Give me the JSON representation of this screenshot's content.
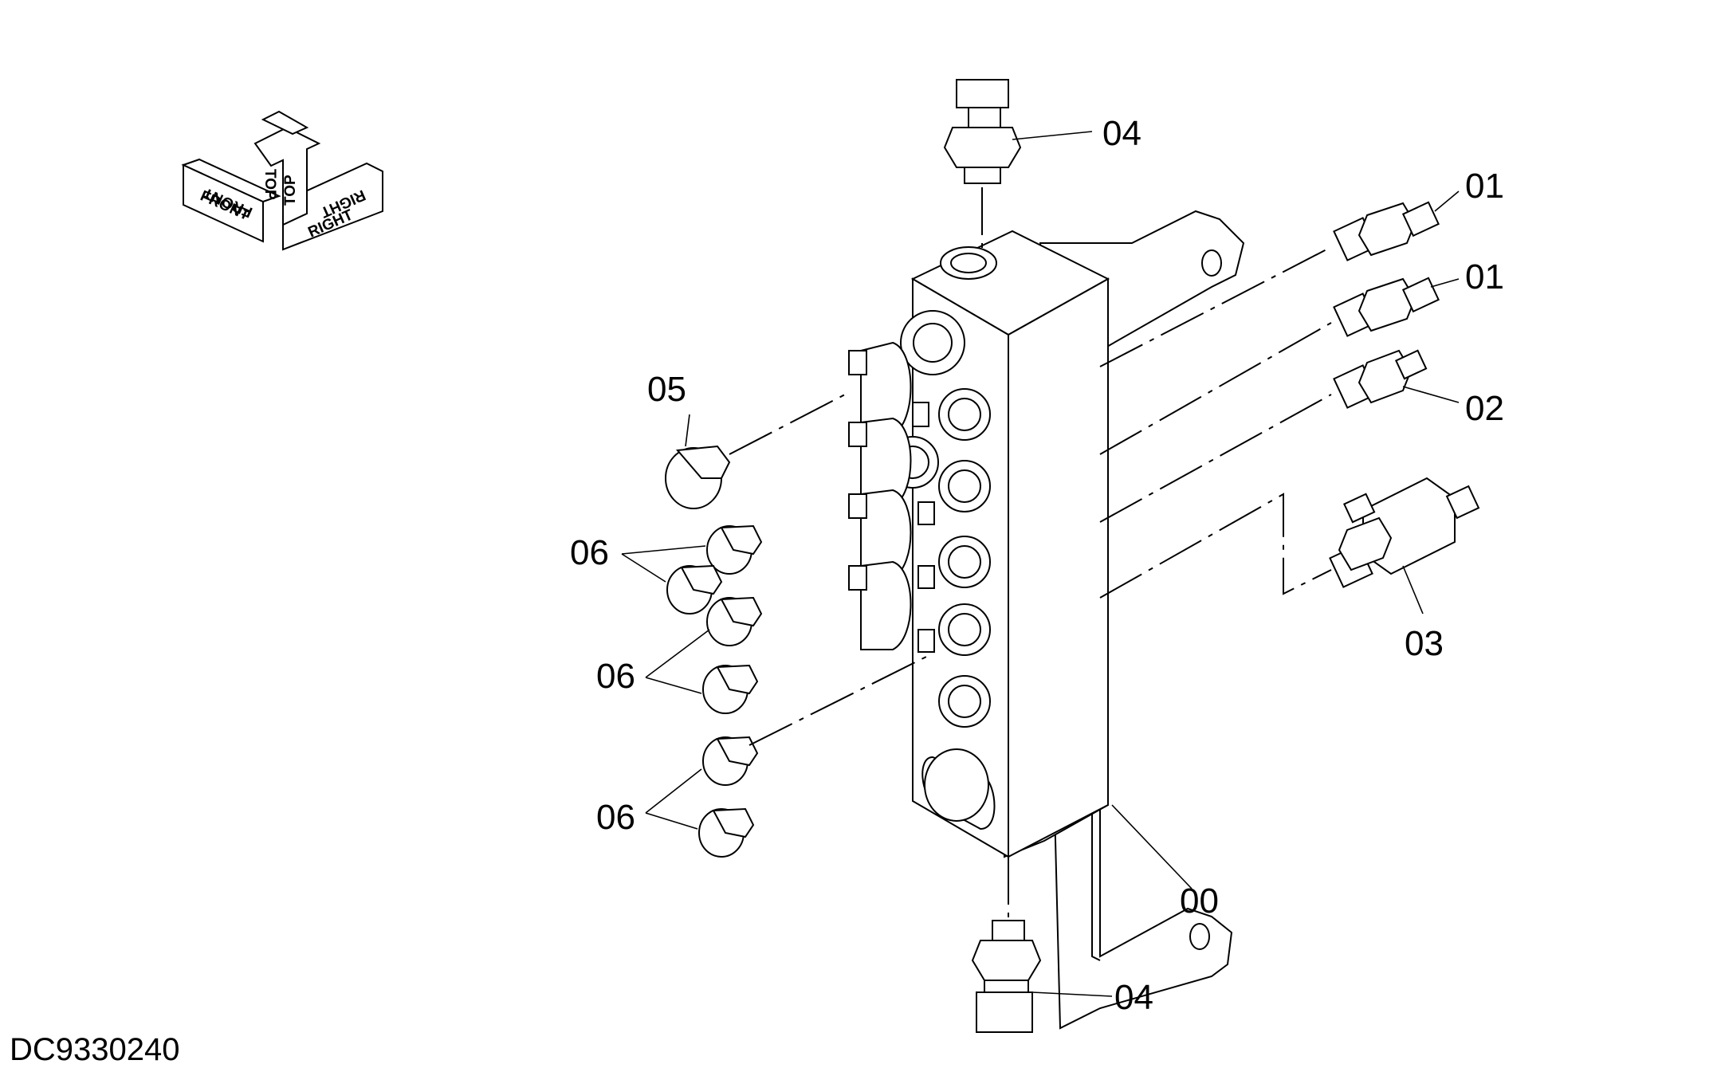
{
  "orientation": {
    "front": "FRONT",
    "front_mirror": "FRONT",
    "top": "TOP",
    "top_mirror": "TOP",
    "right": "RIGHT",
    "right_mirror": "RIGHT"
  },
  "callouts": {
    "c04_top": "04",
    "c01_a": "01",
    "c01_b": "01",
    "c02": "02",
    "c03": "03",
    "c05": "05",
    "c06_a": "06",
    "c06_b": "06",
    "c06_c": "06",
    "c00": "00",
    "c04_bottom": "04"
  },
  "doc_id": "DC9330240"
}
